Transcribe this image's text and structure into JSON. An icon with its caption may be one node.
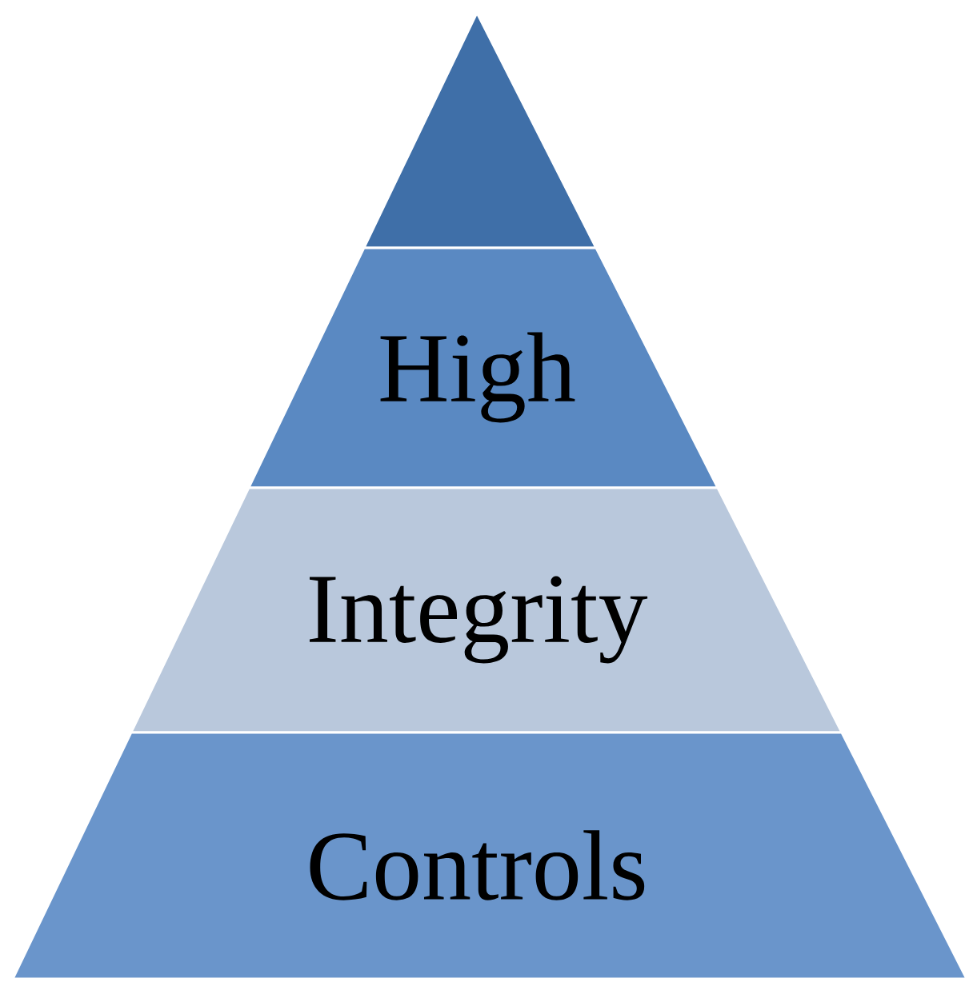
{
  "diagram": {
    "nodes": [
      {
        "text": [],
        "shape": "triangle"
      },
      {
        "text": [
          "High"
        ]
      },
      {
        "text": [
          "Integrity"
        ]
      },
      {
        "text": [
          "Controls"
        ]
      }
    ]
  }
}
